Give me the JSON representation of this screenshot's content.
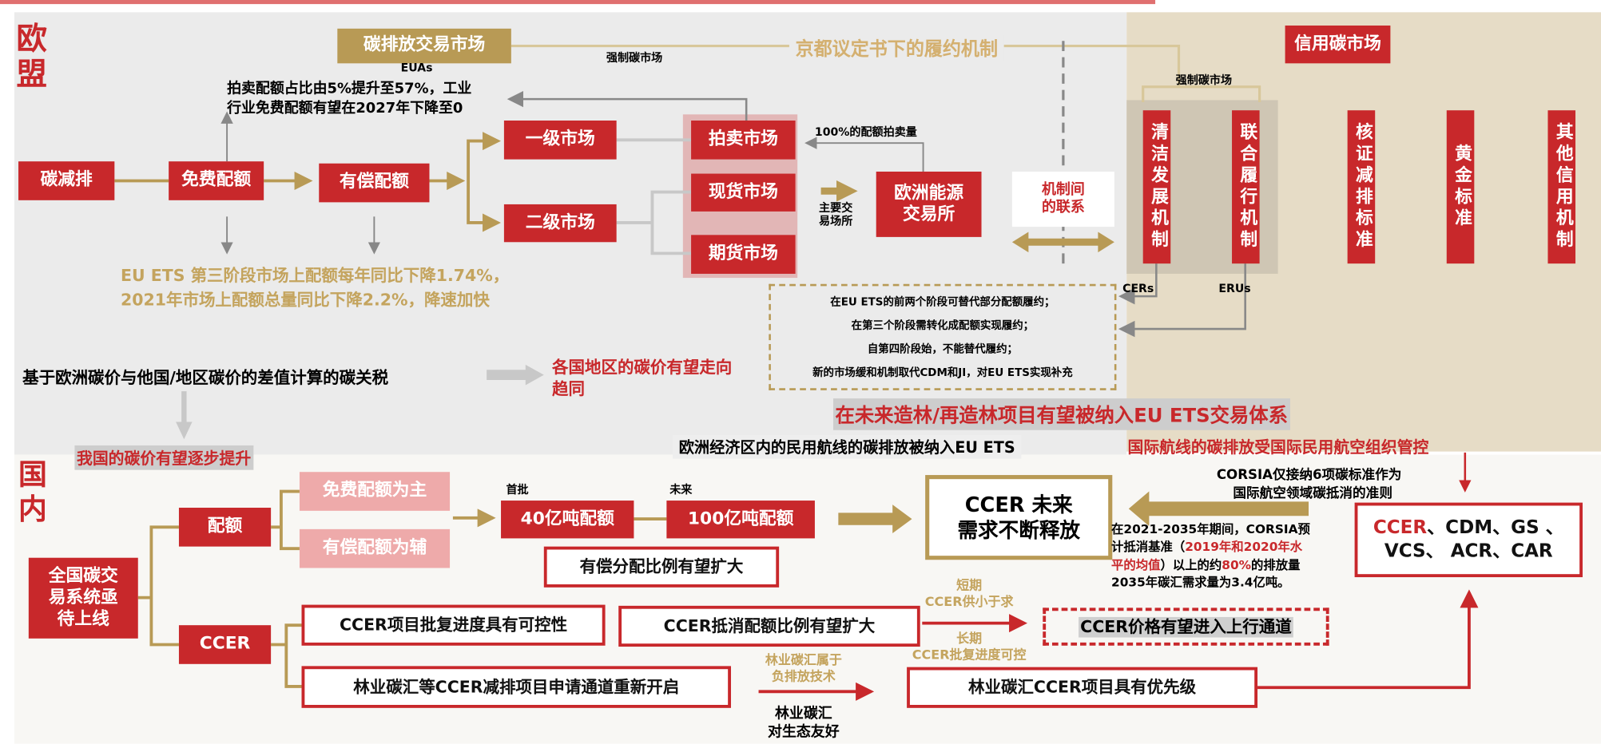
{
  "colors": {
    "red": "#c8282b",
    "gold": "#b89a55",
    "gray_bg": "#ebebeb",
    "beige_bg": "#e6dcc6"
  },
  "eu": {
    "region_label": "欧盟",
    "ets_market": "碳排放交易市场",
    "mandatory_market_1": "强制碳市场",
    "kyoto": "京都议定书下的履约机制",
    "euas": "EUAs",
    "auction_note_1": "拍卖配额占比由5%提升至57%，工业",
    "auction_note_2": "行业免费配额有望在2027年下降至0",
    "carbon_reduction": "碳减排",
    "free_allowance": "免费配额",
    "paid_allowance": "有偿配额",
    "primary_market": "一级市场",
    "secondary_market": "二级市场",
    "auction_market": "拍卖市场",
    "spot_market": "现货市场",
    "futures_market": "期货市场",
    "auction_volume": "100%的配额拍卖量",
    "main_venue": "主要交易场所",
    "eex": "欧洲能源交易所",
    "link": "机制间的联系",
    "decline_1": "EU ETS 第三阶段市场上配额每年同比下降1.74%，",
    "decline_2": "2021年市场上配额总量同比下降2.2%，降速加快",
    "phases": [
      "在EU ETS的前两个阶段可替代部分配额履约；",
      "在第三个阶段需转化成配额实现履约；",
      "自第四阶段始，不能替代履约；",
      "新的市场缓和机制取代CDM和JI，对EU ETS实现补充"
    ],
    "cbam": "基于欧洲碳价与他国/地区碳价的差值计算的碳关税",
    "converge": "各国地区的碳价有望走向趋同",
    "forestry": "在未来造林/再造林项目有望被纳入EU ETS交易体系",
    "aviation_eea": "欧洲经济区内的民用航线的碳排放被纳入EU ETS",
    "aviation_intl": "国际航线的碳排放受国际民用航空组织管控"
  },
  "credit": {
    "title": "信用碳市场",
    "mandatory_market_2": "强制碳市场",
    "mechanisms": [
      "清洁发展机制",
      "联合履行机制",
      "核证减排标准",
      "黄金标准",
      "其他信用机制"
    ],
    "cers": "CERs",
    "erus": "ERUs"
  },
  "cn": {
    "region_label": "国内",
    "price_rise": "我国的碳价有望逐步提升",
    "national": "全国碳交易系统亟待上线",
    "allowance": "配额",
    "ccer": "CCER",
    "free_main": "免费配额为主",
    "paid_aux": "有偿配额为辅",
    "first_batch": "首批",
    "future": "未来",
    "q40": "40亿吨配额",
    "q100": "100亿吨配额",
    "paid_expand": "有偿分配比例有望扩大",
    "ccer_demand_1": "CCER 未来",
    "ccer_demand_2": "需求不断释放",
    "corsia_1": "CORSIA仅接纳6项碳标准作为",
    "corsia_2": "国际航空领域碳抵消的准则",
    "corsia_p1": "在2021-2035年期间，CORSIA预",
    "corsia_p2": "计抵消基准（",
    "corsia_p2r": "2019年和2020年水",
    "corsia_p3r": "平的均值",
    "corsia_p3": "）以上的约",
    "corsia_p3r2": "80%",
    "corsia_p3b": "的排放量",
    "corsia_p4": "2035年碳汇需求量为3.4亿吨。",
    "standards_red": "CCER",
    "standards_1": "、CDM、GS 、",
    "standards_2": "VCS、 ACR、CAR",
    "ccer_control": "CCER项目批复进度具有可控性",
    "ccer_offset": "CCER抵消配额比例有望扩大",
    "short_1": "短期",
    "short_2": "CCER供小于求",
    "long_1": "长期",
    "long_2": "CCER批复进度可控",
    "price_up": "CCER价格有望进入上行通道",
    "reopen": "林业碳汇等CCER减排项目申请通道重新开启",
    "neg_1": "林业碳汇属于",
    "neg_2": "负排放技术",
    "eco_1": "林业碳汇",
    "eco_2": "对生态友好",
    "priority": "林业碳汇CCER项目具有优先级"
  }
}
